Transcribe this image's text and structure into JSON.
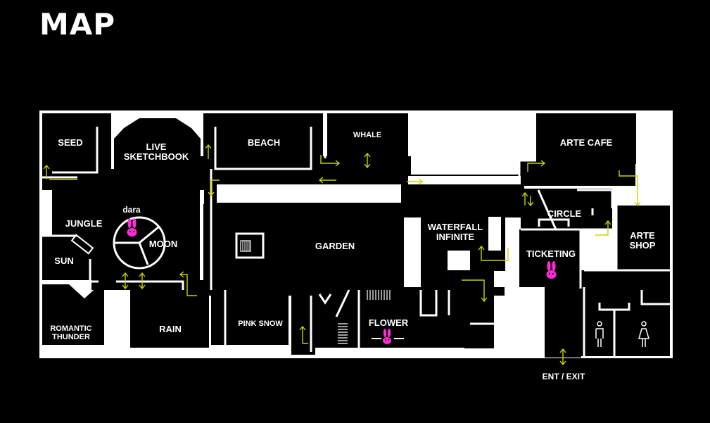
{
  "page": {
    "title": "MAP"
  },
  "colors": {
    "background": "#000000",
    "floor": "#ffffff",
    "walls": "#ffffff",
    "route_arrows": "#c8d400",
    "mascot": "#ff2bd6"
  },
  "rooms": {
    "seed": "SEED",
    "live_sketchbook": "LIVE\nSKETCHBOOK",
    "beach": "BEACH",
    "whale": "WHALE",
    "arte_cafe": "ARTE CAFE",
    "jungle": "JUNGLE",
    "moon": "MOON",
    "sun": "SUN",
    "garden": "GARDEN",
    "waterfall_infinite": "WATERFALL\nINFINITE",
    "circle": "CIRCLE",
    "ticketing": "TICKETING",
    "arte_shop": "ARTE\nSHOP",
    "romantic_thunder": "ROMANTIC\nTHUNDER",
    "rain": "RAIN",
    "pink_snow": "PINK SNOW",
    "flower": "FLOWER"
  },
  "labels": {
    "dara": "dara",
    "entrance_exit": "ENT / EXIT"
  },
  "icons": {
    "mascot": "rabbit-icon",
    "restroom_male": "restroom-male-icon",
    "restroom_female": "restroom-female-icon",
    "stairs": "stairs-icon"
  }
}
